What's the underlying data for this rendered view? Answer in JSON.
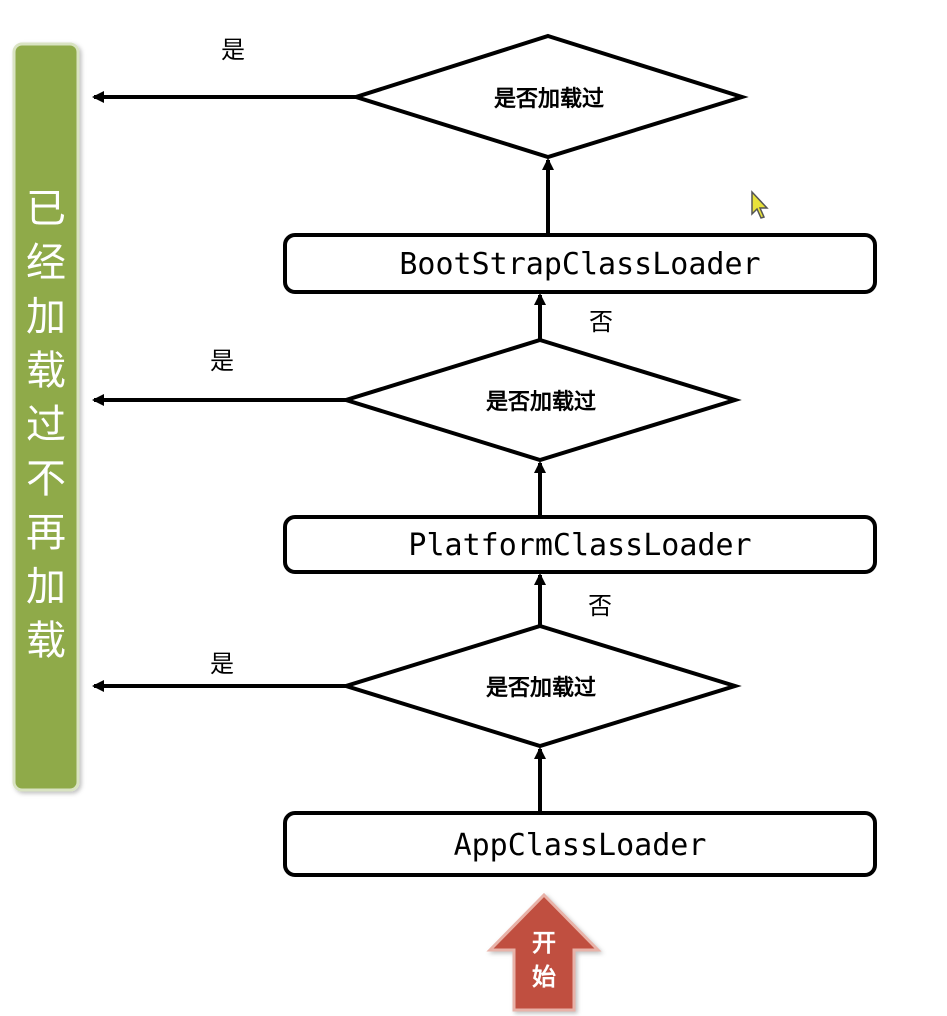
{
  "sidebar": {
    "text": [
      "已",
      "经",
      "加",
      "载",
      "过",
      "不",
      "再",
      "加",
      "载"
    ],
    "color": "#8faa4a"
  },
  "loaders": {
    "bootstrap": "BootStrapClassLoader",
    "platform": "PlatformClassLoader",
    "app": "AppClassLoader"
  },
  "decisions": {
    "top": "是否加载过",
    "middle": "是否加载过",
    "bottom": "是否加载过"
  },
  "labels": {
    "yes_top": "是",
    "yes_middle": "是",
    "yes_bottom": "是",
    "no_upper": "否",
    "no_lower": "否"
  },
  "start": {
    "chars": [
      "开",
      "始"
    ],
    "color": "#c0503f"
  },
  "colors": {
    "stroke": "#000000",
    "cursor": "#e8e23a"
  }
}
